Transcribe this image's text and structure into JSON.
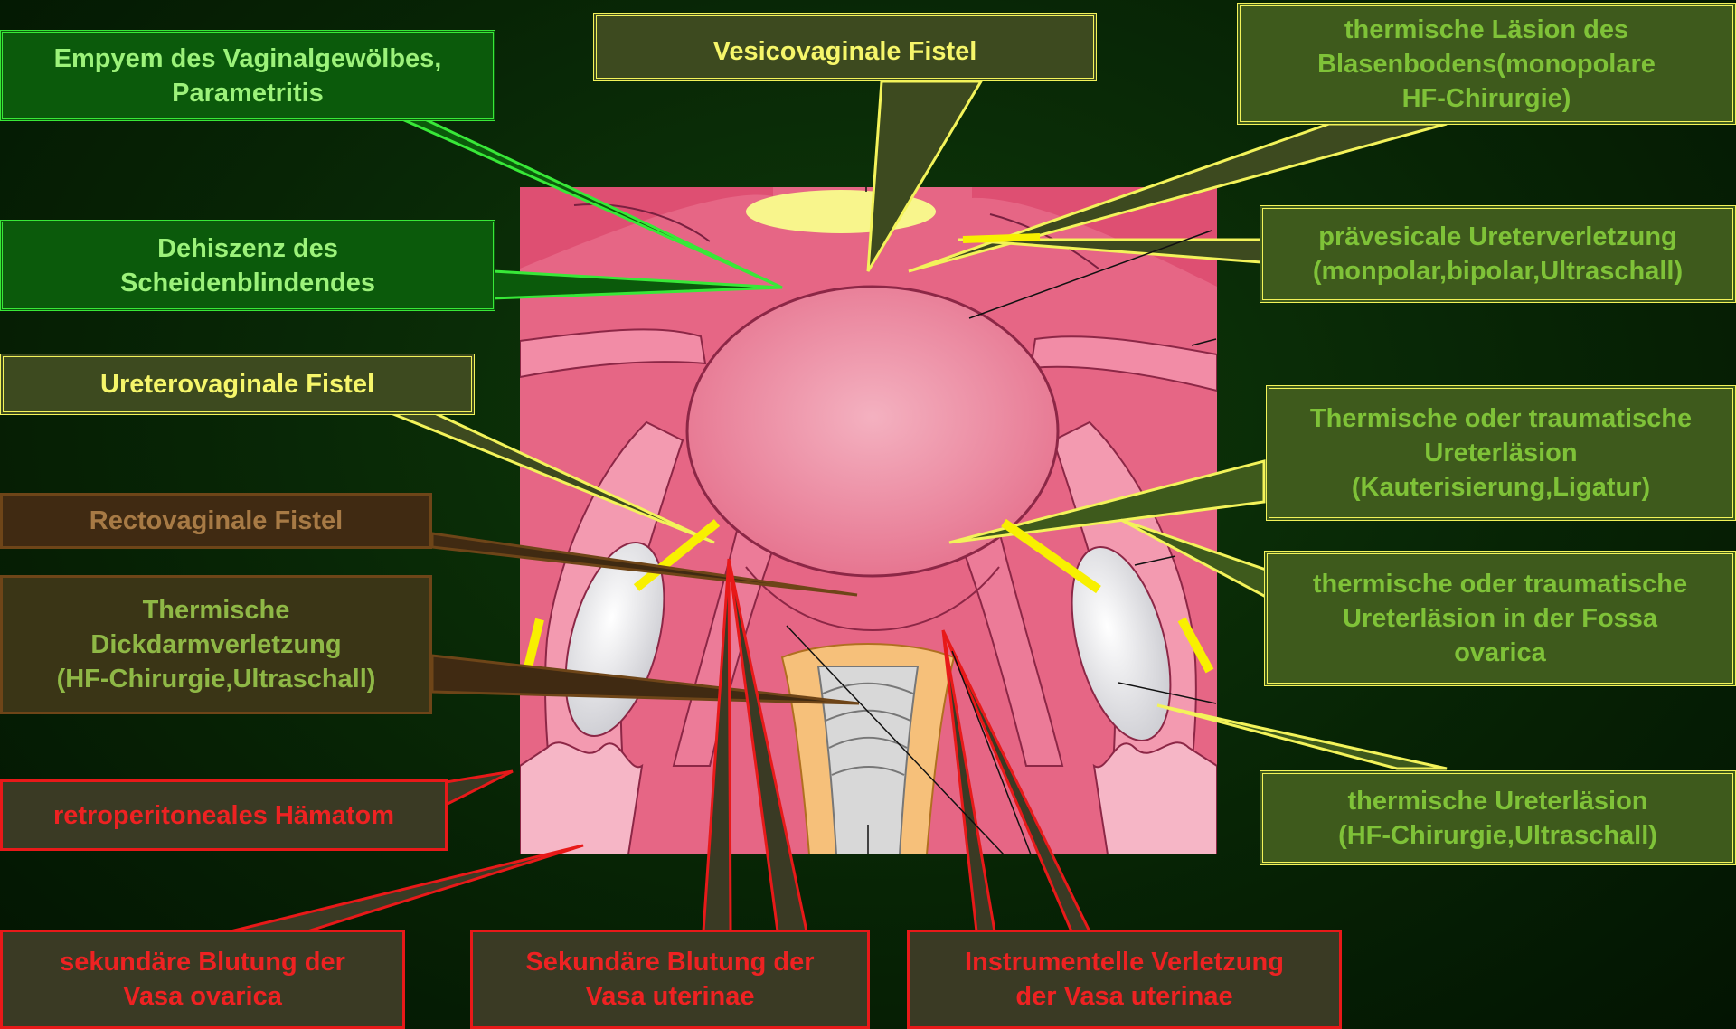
{
  "labels": {
    "empyem": [
      "Empyem des Vaginalgewölbes,",
      "Parametritis"
    ],
    "vesico": [
      "Vesicovaginale Fistel"
    ],
    "thermisch_blase": [
      "thermische Läsion des",
      "Blasenbodens(monopolare",
      "HF-Chirurgie)"
    ],
    "dehiszenz": [
      "Dehiszenz des",
      "Scheidenblindendes"
    ],
    "praevesical": [
      "prävesicale Ureterverletzung",
      "(monpolar,bipolar,Ultraschall)"
    ],
    "uretero": [
      "Ureterovaginale Fistel"
    ],
    "thermisch_ureter": [
      "Thermische oder traumatische",
      "Ureterläsion",
      "(Kauterisierung,Ligatur)"
    ],
    "recto": [
      "Rectovaginale Fistel"
    ],
    "fossa": [
      "thermische oder traumatische",
      "Ureterläsion in der Fossa",
      "ovarica"
    ],
    "dickdarm": [
      "Thermische",
      "Dickdarmverletzung",
      "(HF-Chirurgie,Ultraschall)"
    ],
    "hf_ureter": [
      "thermische Ureterläsion",
      "(HF-Chirurgie,Ultraschall)"
    ],
    "retro": [
      "retroperitoneales Hämatom"
    ],
    "ovarica": [
      "sekundäre Blutung der",
      "Vasa ovarica"
    ],
    "uterinae": [
      "Sekundäre Blutung der",
      "Vasa uterinae"
    ],
    "instrument": [
      "Instrumentelle  Verletzung",
      "der Vasa uterinae"
    ]
  },
  "colors": {
    "green_box": "#0b5a0b",
    "green_border": "#38e838",
    "yellow_border": "#f3f35a",
    "brown_border": "#6e4518",
    "red_border": "#e81919",
    "illustration_pink": "#e45c7c"
  }
}
